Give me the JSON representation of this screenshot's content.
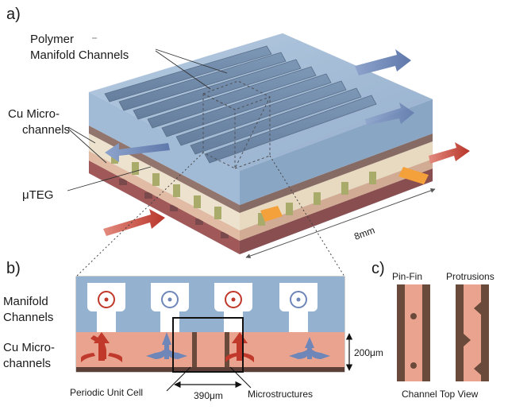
{
  "panel_a": {
    "letter": "a)",
    "manifold_label_line1": "Polymer",
    "manifold_label_line2": "Manifold Channels",
    "micro_label_line1": "Cu Micro-",
    "micro_label_line2": "channels",
    "teg_label": "μTEG",
    "scale_label": "8mm"
  },
  "panel_b": {
    "letter": "b)",
    "manifold_label_line1": "Manifold",
    "manifold_label_line2": "Channels",
    "micro_label_line1": "Cu Micro-",
    "micro_label_line2": "channels",
    "height_label": "200μm",
    "width_label": "390μm",
    "unit_cell_label": "Periodic Unit Cell",
    "microstructures_label": "Microstructures"
  },
  "panel_c": {
    "letter": "c)",
    "pinfin_label": "Pin-Fin",
    "protrusions_label": "Protrusions",
    "caption": "Channel Top View"
  },
  "colors": {
    "manifold_blue": "#6f8fb2",
    "copper": "#e9a38c",
    "copper_dark": "#6a4a3a",
    "flow_red": "#c0392b",
    "flow_blue": "#6f86b8",
    "contact_orange": "#f5a13b"
  }
}
